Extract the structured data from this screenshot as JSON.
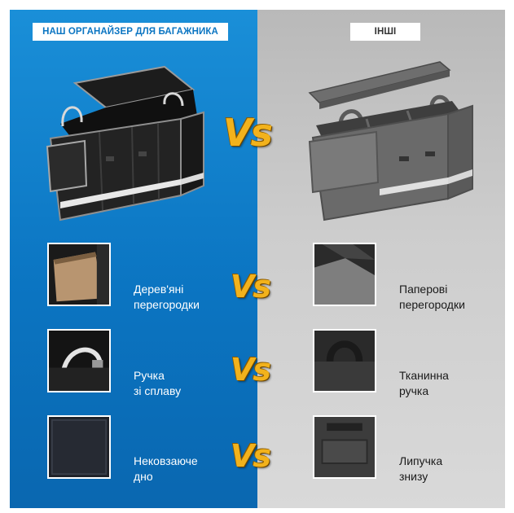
{
  "header": {
    "ours_label": "НАШ ОРГАНАЙЗЕР ДЛЯ БАГАЖНИКА",
    "others_label": "ІНШІ"
  },
  "vs_text": "Vs",
  "features": {
    "ours": [
      {
        "line1": "Дерев'яні",
        "line2": "перегородки"
      },
      {
        "line1": "Ручка",
        "line2": "зі сплаву"
      },
      {
        "line1": "Нековзаюче",
        "line2": "дно"
      }
    ],
    "others": [
      {
        "line1": "Паперові",
        "line2": "перегородки"
      },
      {
        "line1": "Тканинна",
        "line2": "ручка"
      },
      {
        "line1": "Липучка",
        "line2": "знизу"
      }
    ]
  },
  "colors": {
    "left_panel": "#0b75c2",
    "right_panel": "#cdcdcd",
    "vs_gold": "#f2b21c"
  }
}
